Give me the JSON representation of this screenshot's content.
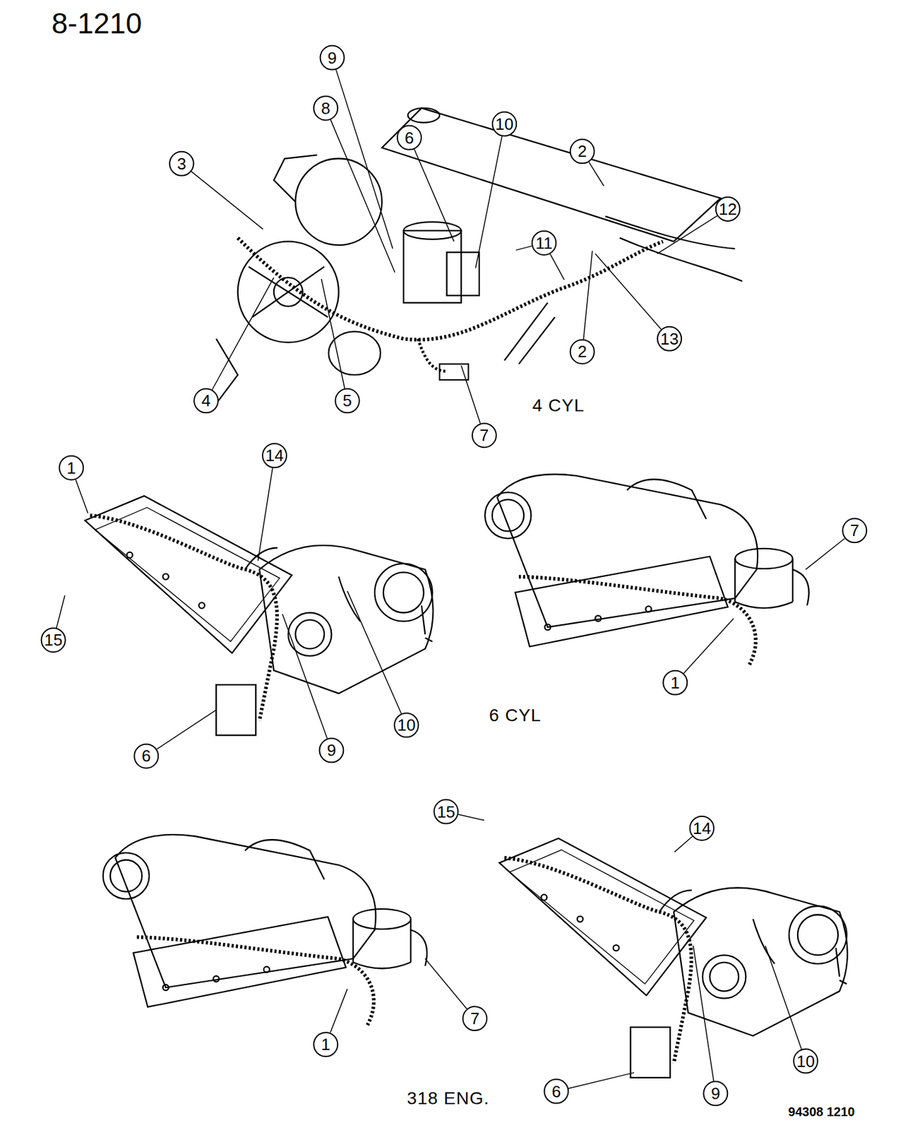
{
  "diagram": {
    "title": "8-1210",
    "caption": "94308 1210",
    "labels": [
      "9",
      "8",
      "10",
      "6",
      "2",
      "12",
      "3",
      "11",
      "13",
      "2",
      "4",
      "5",
      "4 CYL",
      "7",
      "1",
      "14",
      "7",
      "15",
      "6 CYL",
      "10",
      "1",
      "9",
      "6",
      "15",
      "14",
      "7",
      "1",
      "10",
      "318 ENG.",
      "9",
      "6"
    ]
  }
}
